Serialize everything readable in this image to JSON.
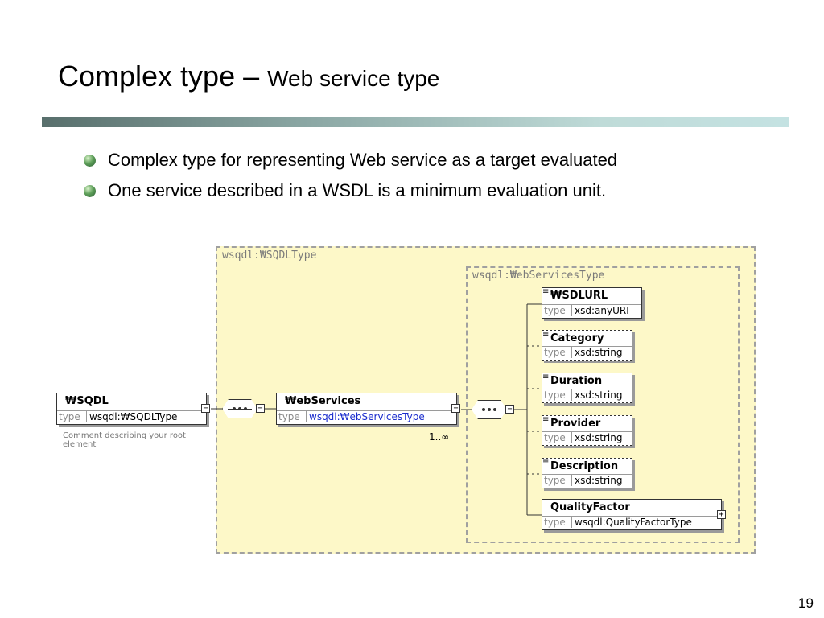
{
  "slide": {
    "title_main": "Complex type – ",
    "title_sub": "Web service type",
    "bullets": [
      "Complex type for representing Web service as a target evaluated",
      "One service described in a WSDL is a minimum evaluation unit."
    ],
    "page_number": "19"
  },
  "diagram": {
    "outer_label": "wsqdl:₩SQDLType",
    "inner_label": "wsqdl:₩ebServicesType",
    "type_label": "type",
    "root": {
      "name": "₩SQDL",
      "type": "wsqdl:₩SQDLType",
      "comment": "Comment describing your root element"
    },
    "webservices": {
      "name": "₩ebServices",
      "type": "wsqdl:₩ebServicesType",
      "cardinality": "1..∞"
    },
    "children": [
      {
        "name": "₩SDLURL",
        "type": "xsd:anyURI"
      },
      {
        "name": "Category",
        "type": "xsd:string"
      },
      {
        "name": "Duration",
        "type": "xsd:string"
      },
      {
        "name": "Provider",
        "type": "xsd:string"
      },
      {
        "name": "Description",
        "type": "xsd:string"
      },
      {
        "name": "QualityFactor",
        "type": "wsqdl:QualityFactorType"
      }
    ]
  }
}
